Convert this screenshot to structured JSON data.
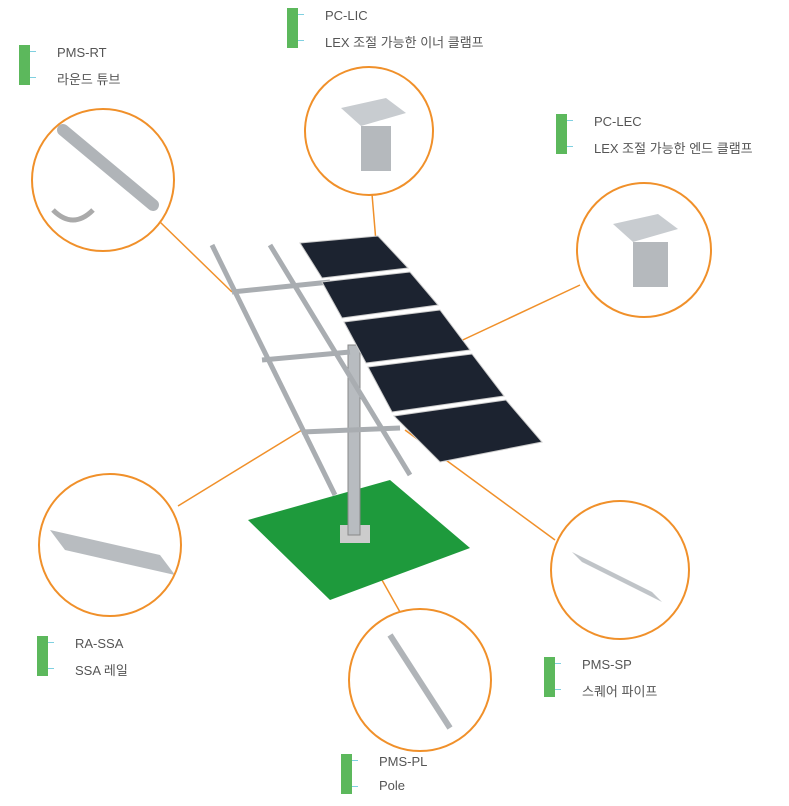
{
  "colors": {
    "accent": "#f0902a",
    "bar": "#5cb85c",
    "ground": "#1e9a3c"
  },
  "parts": [
    {
      "code": "PMS-RT",
      "name": "라운드 튜브"
    },
    {
      "code": "PC-LIC",
      "name": "LEX 조절 가능한 이너 클램프"
    },
    {
      "code": "PC-LEC",
      "name": "LEX 조절 가능한 엔드 클램프"
    },
    {
      "code": "RA-SSA",
      "name": "SSA 레일"
    },
    {
      "code": "PMS-SP",
      "name": "스퀘어 파이프"
    },
    {
      "code": "PMS-PL",
      "name": "Pole"
    }
  ]
}
